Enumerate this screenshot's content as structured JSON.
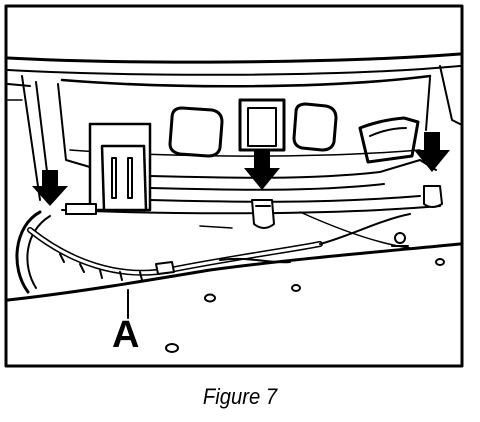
{
  "figure": {
    "callout_label": "A",
    "caption": "Figure 7"
  },
  "markers": {
    "arrow_count": 3,
    "arrow_icon": "down-arrow-icon"
  },
  "colors": {
    "ink": "#000000",
    "paper": "#ffffff"
  }
}
